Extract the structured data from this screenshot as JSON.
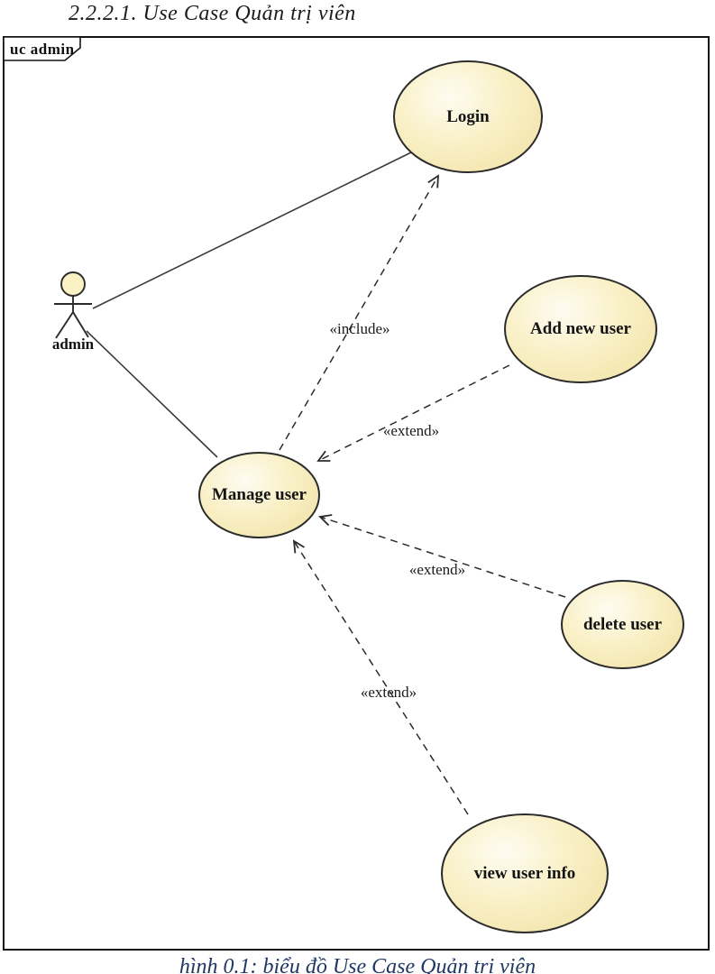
{
  "document": {
    "title": "2.2.2.1. Use Case Quản trị viên",
    "caption": "hình 0.1: biểu đồ Use Case Quản trị viên"
  },
  "frame": {
    "label": "uc admin"
  },
  "actor": {
    "label": "admin"
  },
  "use_cases": [
    {
      "label": "Login"
    },
    {
      "label": "Add new user"
    },
    {
      "label": "Manage user"
    },
    {
      "label": "delete user"
    },
    {
      "label": "view user info"
    }
  ],
  "relationships": [
    {
      "from": "admin",
      "to": "Login",
      "type": "association",
      "label": ""
    },
    {
      "from": "admin",
      "to": "Manage user",
      "type": "association",
      "label": ""
    },
    {
      "from": "Manage user",
      "to": "Login",
      "type": "include",
      "label": "«include»"
    },
    {
      "from": "Add new user",
      "to": "Manage user",
      "type": "extend",
      "label": "«extend»"
    },
    {
      "from": "delete user",
      "to": "Manage user",
      "type": "extend",
      "label": "«extend»"
    },
    {
      "from": "view user info",
      "to": "Manage user",
      "type": "extend",
      "label": "«extend»"
    }
  ],
  "colors": {
    "ellipse_fill_light": "#FEFCF1",
    "ellipse_fill_dark": "#EFE0A2",
    "shape_stroke": "#2B2B2B",
    "frame_stroke": "#141414",
    "caption_text": "#1F3864"
  }
}
